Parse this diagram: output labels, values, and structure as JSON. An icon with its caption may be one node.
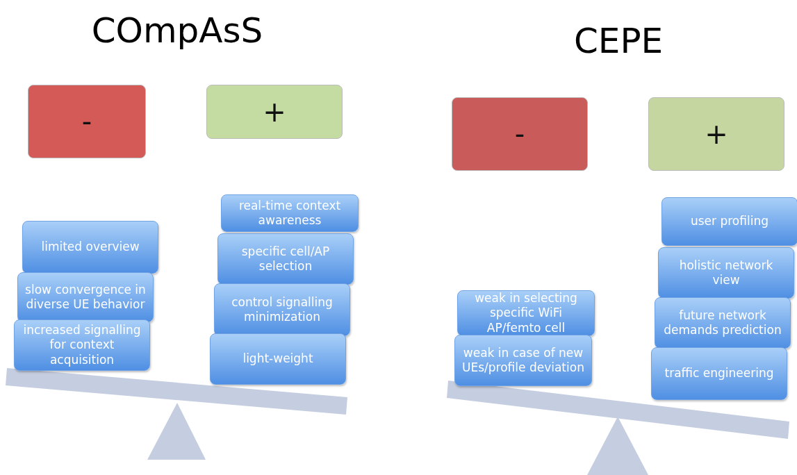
{
  "diagram": {
    "nodes": [
      {
        "text": [
          "-"
        ]
      },
      {
        "text": [
          "+"
        ]
      },
      {
        "text": [
          "limited overview"
        ]
      },
      {
        "text": [
          "slow convergence in diverse UE behavior"
        ]
      },
      {
        "text": [
          "increased signalling for context acquisition"
        ]
      },
      {
        "text": [
          "real-time context awareness"
        ]
      },
      {
        "text": [
          "specific cell/AP selection"
        ]
      },
      {
        "text": [
          "control signalling minimization"
        ]
      },
      {
        "text": [
          "light-weight"
        ]
      },
      {
        "text": [
          "-"
        ]
      },
      {
        "text": [
          "+"
        ]
      },
      {
        "text": [
          "weak in selecting specific WiFi AP/femto cell"
        ]
      },
      {
        "text": [
          "weak in case of new UEs/profile deviation"
        ]
      },
      {
        "text": [
          "user profiling"
        ]
      },
      {
        "text": [
          "holistic network view"
        ]
      },
      {
        "text": [
          "future network demands prediction"
        ]
      },
      {
        "text": [
          "traffic engineering"
        ]
      }
    ],
    "labels": [
      "COmpAsS",
      "CEPE"
    ]
  }
}
